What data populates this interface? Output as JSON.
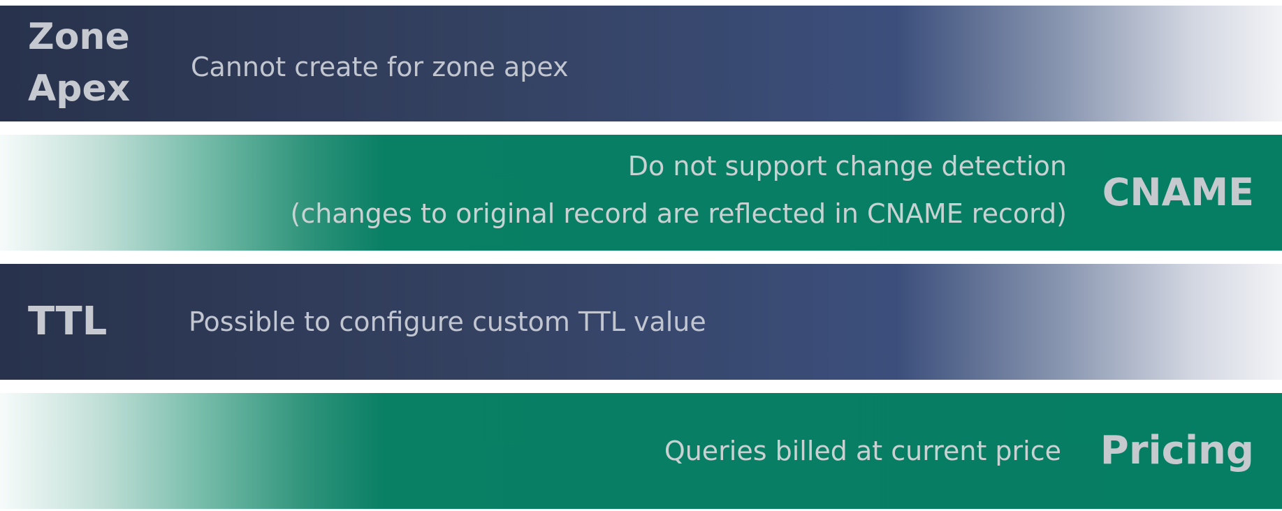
{
  "rows": [
    {
      "title": "Zone\nApex",
      "description": "Cannot create for zone apex"
    },
    {
      "title": "CNAME",
      "description": "Do not support change detection\n(changes to original record are reflected in CNAME record)"
    },
    {
      "title": "TTL",
      "description": "Possible to configure custom TTL value"
    },
    {
      "title": "Pricing",
      "description": "Queries billed at current price"
    }
  ],
  "colors": {
    "navy": "#28324c",
    "green": "#067e63",
    "text_light": "#c7c9d0"
  }
}
